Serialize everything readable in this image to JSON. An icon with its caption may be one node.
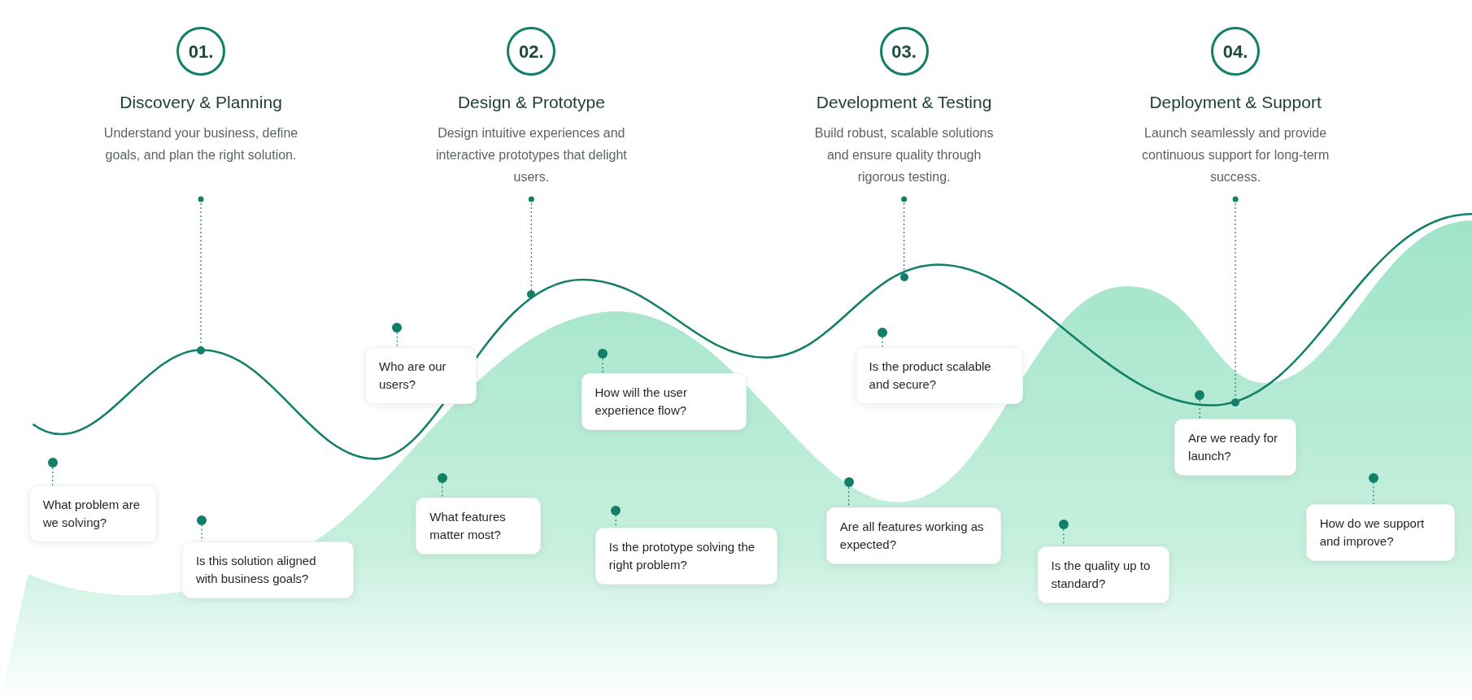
{
  "diagram": {
    "nodes": [
      {
        "text": [
          "01.",
          "Discovery & Planning",
          "Understand your business, define goals, and plan the right solution."
        ]
      },
      {
        "text": [
          "02.",
          "Design & Prototype",
          "Design intuitive experiences and interactive prototypes that delight users."
        ]
      },
      {
        "text": [
          "03.",
          "Development & Testing",
          "Build robust, scalable solutions and ensure quality through rigorous testing."
        ]
      },
      {
        "text": [
          "04.",
          "Deployment & Support",
          "Launch seamlessly and provide continuous support for long-term success."
        ]
      },
      {
        "text": [],
        "shape": "circle"
      },
      {
        "text": [],
        "shape": "circle"
      },
      {
        "text": [],
        "shape": "circle"
      },
      {
        "text": [],
        "shape": "circle"
      },
      {
        "text": [],
        "shape": "circle"
      },
      {
        "text": [
          "What problem are we solving?"
        ]
      },
      {
        "text": [],
        "shape": "circle"
      },
      {
        "text": [
          "Is this solution aligned with business goals?"
        ]
      },
      {
        "text": [],
        "shape": "circle"
      },
      {
        "text": [
          "Who are our users?"
        ]
      },
      {
        "text": [],
        "shape": "circle"
      },
      {
        "text": [
          "What features matter most?"
        ]
      },
      {
        "text": [],
        "shape": "circle"
      },
      {
        "text": [
          "How will the user experience flow?"
        ]
      },
      {
        "text": [],
        "shape": "circle"
      },
      {
        "text": [
          "Is the prototype solving the right problem?"
        ]
      },
      {
        "text": [],
        "shape": "circle"
      },
      {
        "text": [
          "Is the product scalable and secure?"
        ]
      },
      {
        "text": [],
        "shape": "circle"
      },
      {
        "text": [
          "Are all features working as expected?"
        ]
      },
      {
        "text": [],
        "shape": "circle"
      },
      {
        "text": [
          "Is the quality up to standard?"
        ]
      },
      {
        "text": [],
        "shape": "circle"
      },
      {
        "text": [
          "Are we ready for launch?"
        ]
      },
      {
        "text": [],
        "shape": "circle"
      },
      {
        "text": [
          "How do we support and improve?"
        ]
      }
    ],
    "edges": [
      {
        "from": 0,
        "to": 4,
        "arrow": "other",
        "style": "dashed"
      },
      {
        "from": 1,
        "to": 5,
        "arrow": "other",
        "style": "dashed"
      },
      {
        "from": 2,
        "to": 6,
        "arrow": "other",
        "style": "dashed"
      },
      {
        "from": 3,
        "to": 7,
        "arrow": "other",
        "style": "dashed"
      },
      {
        "from": 8,
        "to": 9,
        "arrow": "none",
        "style": "dashed"
      },
      {
        "from": 10,
        "to": 11,
        "arrow": "none",
        "style": "dashed"
      },
      {
        "from": 12,
        "to": 13,
        "arrow": "none",
        "style": "dashed"
      },
      {
        "from": 14,
        "to": 15,
        "arrow": "none",
        "style": "dashed"
      },
      {
        "from": 16,
        "to": 17,
        "arrow": "none",
        "style": "dashed"
      },
      {
        "from": 18,
        "to": 19,
        "arrow": "none",
        "style": "dashed"
      },
      {
        "from": 20,
        "to": 21,
        "arrow": "none",
        "style": "dashed"
      },
      {
        "from": 22,
        "to": 23,
        "arrow": "none",
        "style": "dashed"
      },
      {
        "from": 24,
        "to": 25,
        "arrow": "none",
        "style": "dashed"
      },
      {
        "from": 26,
        "to": 27,
        "arrow": "none",
        "style": "dashed"
      },
      {
        "from": 28,
        "to": 29,
        "arrow": "none",
        "style": "dashed"
      }
    ]
  }
}
